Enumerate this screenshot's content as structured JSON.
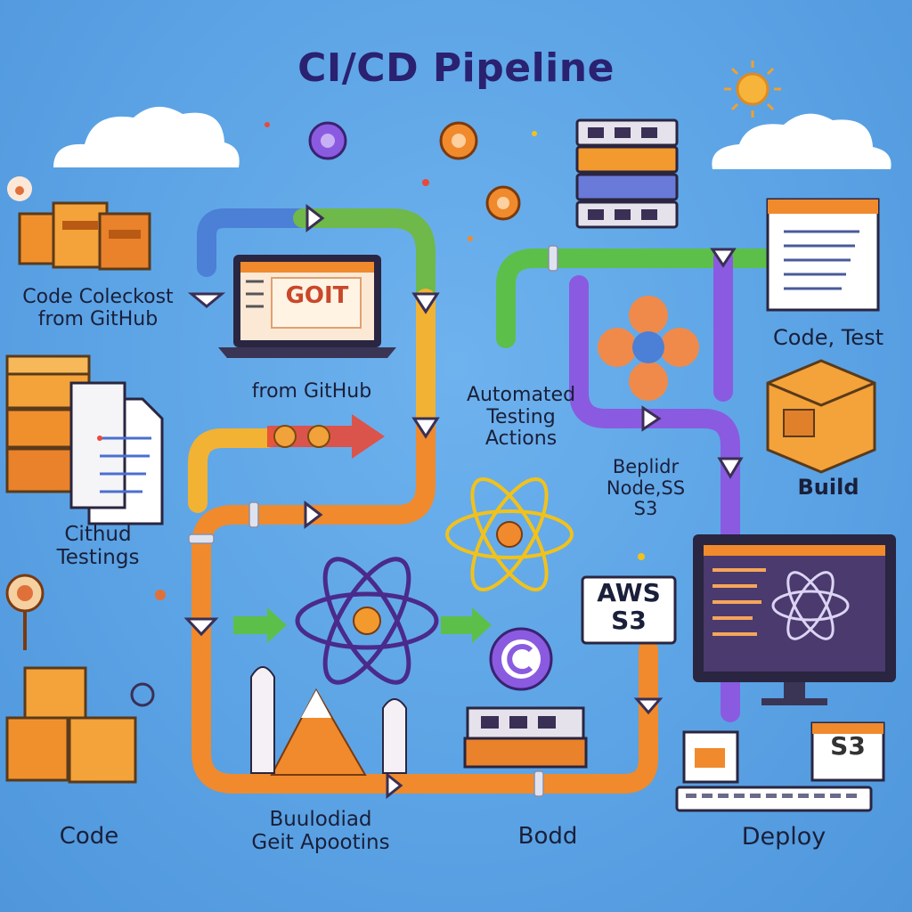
{
  "title": "CI/CD Pipeline",
  "labels": {
    "code_checkout": [
      "Code Colecko​st",
      "from GitHub"
    ],
    "from_github": "from GitHub",
    "automated_testing": [
      "Automated",
      "Testing",
      "Actions"
    ],
    "beplidr": [
      "Beplidr",
      "Node,SS",
      "S3"
    ],
    "code_test": "Code, Test",
    "build_right": "Build",
    "github_testings": [
      "Cithud",
      "Testings"
    ],
    "code": "Code",
    "buildied": [
      "Buulodiad",
      "Geit Apootins"
    ],
    "build_bottom": "Bodd",
    "deploy": "Deploy",
    "aws_box": [
      "AWS",
      "S3"
    ],
    "git_screen": "GOIT",
    "s3_box": "S3"
  },
  "colors": {
    "background": "#5ba3e6",
    "pipe_orange": "#f08a2c",
    "pipe_green": "#5cbf4a",
    "pipe_purple": "#8a5be0",
    "pipe_yellow": "#f2b233",
    "pipe_blue": "#4c7fd6",
    "box_orange": "#f29a2e",
    "atom_purple": "#4a2a8a"
  },
  "icons": [
    "cloud-icon",
    "sun-icon",
    "box-icon",
    "laptop-icon",
    "document-icon",
    "server-rack-icon",
    "atom-icon",
    "monitor-icon",
    "keyboard-icon",
    "arrow-icon",
    "flask-icon",
    "mountain-icon"
  ]
}
